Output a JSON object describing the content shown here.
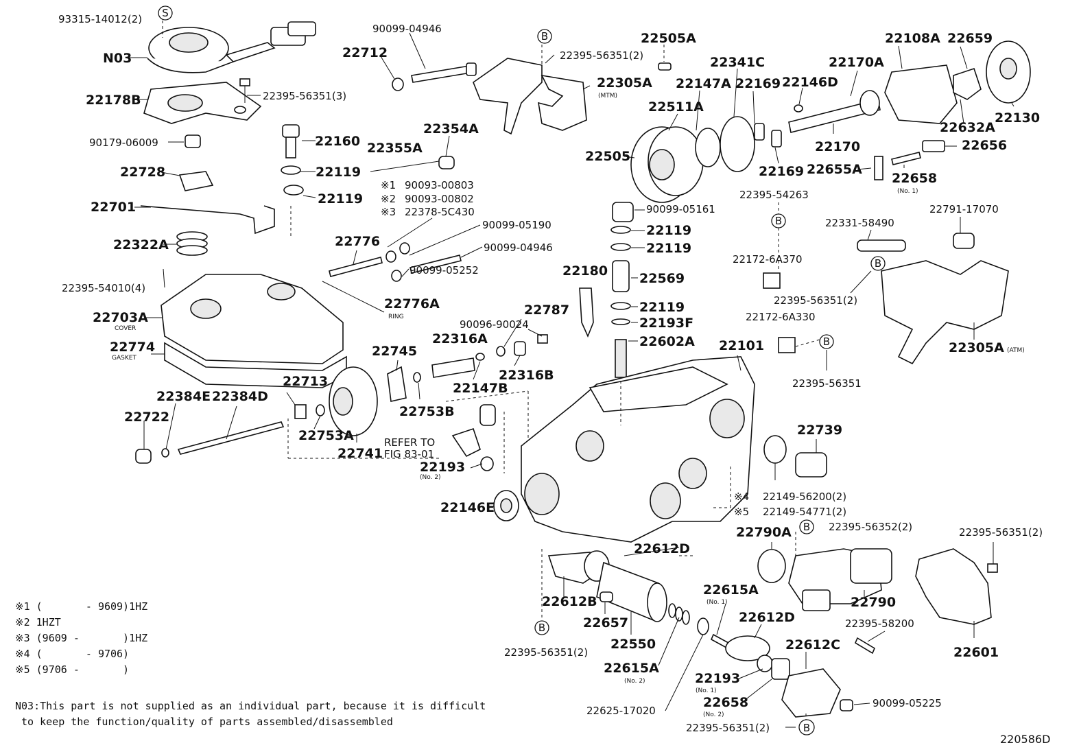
{
  "labels": {
    "l_93315": "93315-14012(2)",
    "l_N03": "N03",
    "l_22178B": "22178B",
    "l_22395_3": "22395-56351(3)",
    "l_90179": "90179-06009",
    "l_22728": "22728",
    "l_22701": "22701",
    "l_22322A": "22322A",
    "l_22395_54010": "22395-54010(4)",
    "l_22703A": "22703A",
    "l_cover": "COVER",
    "l_22774": "22774",
    "l_gasket": "GASKET",
    "l_22722": "22722",
    "l_22384E": "22384E",
    "l_22384D": "22384D",
    "l_90099_04946a": "90099-04946",
    "l_22712": "22712",
    "l_22395_2a": "22395-56351(2)",
    "l_22305A": "22305A",
    "l_mtm": "(MTM)",
    "l_22160": "22160",
    "l_22119a": "22119",
    "l_22119b": "22119",
    "l_22355A": "22355A",
    "l_22354A": "22354A",
    "l_m1": "※1",
    "l_90093_803": "90093-00803",
    "l_m2": "※2",
    "l_90093_802": "90093-00802",
    "l_m3": "※3",
    "l_22378": "22378-5C430",
    "l_90099_05190": "90099-05190",
    "l_22776": "22776",
    "l_90099_04946b": "90099-04946",
    "l_90099_05252": "90099-05252",
    "l_22776A": "22776A",
    "l_ring": "RING",
    "l_22713": "22713",
    "l_22753A": "22753A",
    "l_22741": "22741",
    "l_22745": "22745",
    "l_22753B": "22753B",
    "l_22316A": "22316A",
    "l_22147B": "22147B",
    "l_90096": "90096-90024",
    "l_22787": "22787",
    "l_22316B": "22316B",
    "l_refer": "REFER TO",
    "l_fig": "FIG 83-01",
    "l_22193a": "22193",
    "l_no2a": "(No. 2)",
    "l_22146E": "22146E",
    "l_22505A": "22505A",
    "l_22341C": "22341C",
    "l_22147A": "22147A",
    "l_22169a": "22169",
    "l_22146D": "22146D",
    "l_22170A": "22170A",
    "l_22108A": "22108A",
    "l_22659": "22659",
    "l_22511A": "22511A",
    "l_22505": "22505",
    "l_22170": "22170",
    "l_22632A": "22632A",
    "l_22130": "22130",
    "l_22169b": "22169",
    "l_22655A": "22655A",
    "l_22658a": "22658",
    "l_no1a": "(No. 1)",
    "l_22656": "22656",
    "l_22395_54263": "22395-54263",
    "l_90099_05161": "90099-05161",
    "l_22119c": "22119",
    "l_22119d": "22119",
    "l_22180": "22180",
    "l_22569": "22569",
    "l_22119e": "22119",
    "l_22193F": "22193F",
    "l_22602A": "22602A",
    "l_22101": "22101",
    "l_22331": "22331-58490",
    "l_22791": "22791-17070",
    "l_22172_370": "22172-6A370",
    "l_22395_2b": "22395-56351(2)",
    "l_22172_330": "22172-6A330",
    "l_22305A_atm": "22305A",
    "l_atm": "(ATM)",
    "l_22395_56351": "22395-56351",
    "l_22739": "22739",
    "l_m4": "※4",
    "l_22149_200": "22149-56200(2)",
    "l_m5": "※5",
    "l_22149_771": "22149-54771(2)",
    "l_22790A": "22790A",
    "l_22395_56352": "22395-56352(2)",
    "l_22395_2c": "22395-56351(2)",
    "l_22612D_a": "22612D",
    "l_22612B": "22612B",
    "l_22657": "22657",
    "l_22550": "22550",
    "l_22395_2d": "22395-56351(2)",
    "l_22615A_a": "22615A",
    "l_no1b": "(No. 1)",
    "l_22612D_b": "22612D",
    "l_22790": "22790",
    "l_22395_58200": "22395-58200",
    "l_22601": "22601",
    "l_22615A_b": "22615A",
    "l_no2b": "(No. 2)",
    "l_22612C": "22612C",
    "l_22193b": "22193",
    "l_no1c": "(No. 1)",
    "l_22658b": "22658",
    "l_no2c": "(No. 2)",
    "l_22625": "22625-17020",
    "l_90099_05225": "90099-05225",
    "l_22395_2e": "22395-56351(2)",
    "circ_S": "S",
    "circ_B": "B"
  },
  "notes": [
    "※1 (       - 9609)1HZ",
    "※2 1HZT",
    "※3 (9609 -       )1HZ",
    "※4 (       - 9706)",
    "※5 (9706 -       )"
  ],
  "footnote": [
    "N03:This part is not supplied as an individual part, because it is difficult",
    " to keep the function/quality of parts assembled/disassembled"
  ],
  "figure_id": "220586D"
}
